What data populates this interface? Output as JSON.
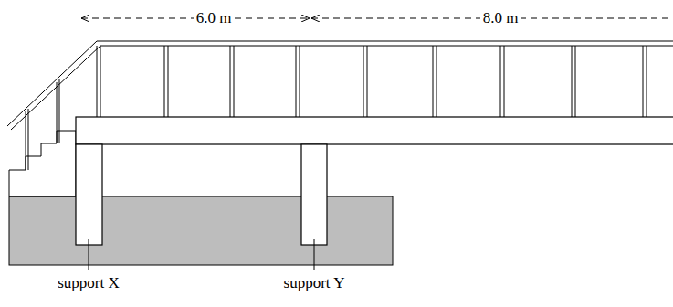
{
  "diagram": {
    "labels": [
      "6.0 m",
      "8.0 m",
      "support X",
      "support Y"
    ]
  }
}
